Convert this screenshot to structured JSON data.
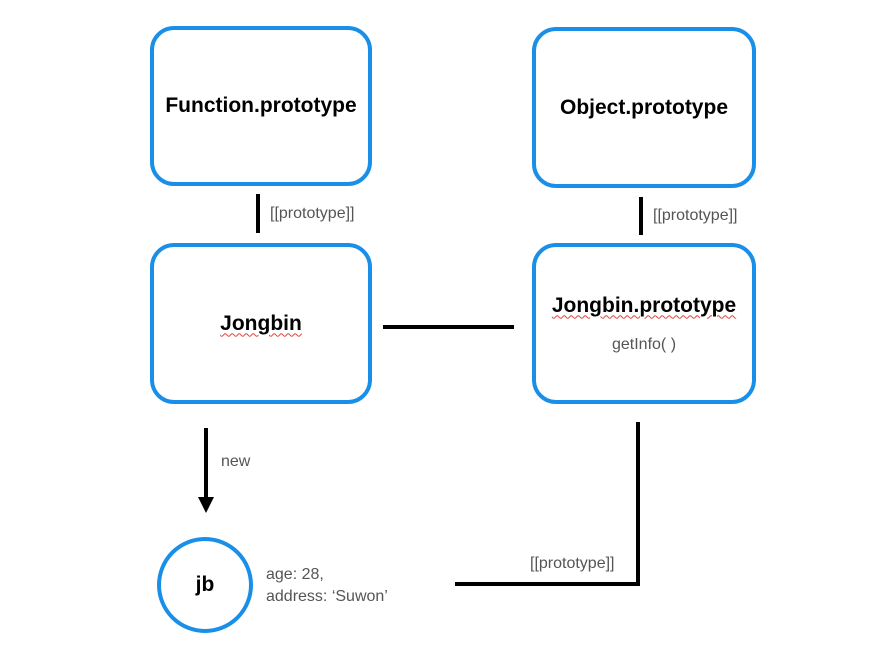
{
  "nodes": {
    "function_prototype": {
      "title": "Function.prototype"
    },
    "object_prototype": {
      "title": "Object.prototype"
    },
    "jongbin": {
      "title": "Jongbin"
    },
    "jongbin_prototype": {
      "title": "Jongbin.prototype",
      "method": "getInfo( )"
    },
    "jb": {
      "title": "jb",
      "props": [
        "age: 28,",
        "address: ‘Suwon’"
      ]
    }
  },
  "edges": {
    "jongbin_to_function_prototype": "[[prototype]]",
    "jongbin_prototype_to_object_prototype": "[[prototype]]",
    "jongbin_to_jb": "new",
    "jb_to_jongbin_prototype": "[[prototype]]"
  },
  "colors": {
    "box_border": "#1a8fe8",
    "line": "#000000",
    "label": "#555555",
    "spellcheck": "#e0403a"
  }
}
